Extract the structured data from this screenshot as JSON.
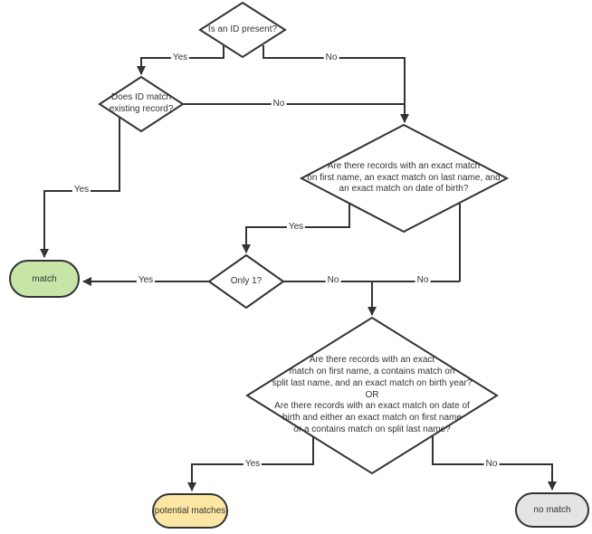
{
  "diagram": {
    "description": "record matching decision flowchart",
    "colors": {
      "stroke": "#333333",
      "text": "#333333",
      "decision_fill": "#ffffff",
      "match_fill": "#c7e5a7",
      "potential_matches_fill": "#fbe7a3",
      "no_match_fill": "#e4e4e4",
      "background": "#ffffff"
    },
    "nodes": {
      "is_id_present": {
        "type": "decision",
        "label": "Is an ID present?"
      },
      "does_id_match": {
        "type": "decision",
        "label": "Does ID match\nexisting record?"
      },
      "exact_match_question": {
        "type": "decision",
        "label": "Are there records with an exact match\non first name, an exact match on last name, and\nan exact match on date of birth?"
      },
      "only_one": {
        "type": "decision",
        "label": "Only 1?"
      },
      "fuzzy_match_question": {
        "type": "decision",
        "label": "Are there records with an exact\nmatch on first name, a contains match on\nsplit last name, and an exact match on birth year?\nOR\nAre there records with an exact match on date of\nbirth and either an exact match on first name\nor a contains match on split last name?"
      },
      "match": {
        "type": "terminal",
        "label": "match"
      },
      "potential_matches": {
        "type": "terminal",
        "label": "potential matches"
      },
      "no_match": {
        "type": "terminal",
        "label": "no match"
      }
    },
    "edge_labels": {
      "id_present_yes": "Yes",
      "id_present_no": "No",
      "id_match_no": "No",
      "id_match_yes": "Yes",
      "exact_match_yes": "Yes",
      "only_one_yes": "Yes",
      "only_one_no": "No",
      "exact_match_no": "No",
      "fuzzy_yes": "Yes",
      "fuzzy_no": "No"
    }
  }
}
